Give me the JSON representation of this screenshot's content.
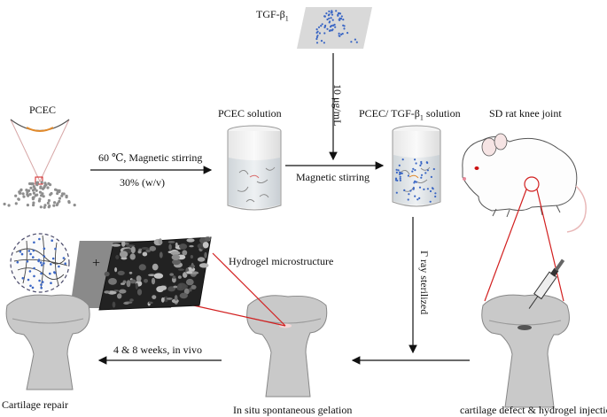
{
  "labels": {
    "tgf": "TGF-β",
    "tgf_sub": "1",
    "dose": "10 μg/mL",
    "pcec": "PCEC",
    "pcec_solution": "PCEC solution",
    "pcec_tgf_solution_a": "PCEC/ TGF-β",
    "pcec_tgf_solution_sub": "1",
    "pcec_tgf_solution_b": " solution",
    "sd_rat": "SD rat knee joint",
    "cond_temp": "60 ℃, Magnetic stirring",
    "cond_conc": "30% (w/v)",
    "magnetic_stirring": "Magnetic stirring",
    "gamma": "Γ ray sterilized",
    "hydrogel_micro": "Hydrogel microstructure",
    "plus": "+",
    "weeks": "4 & 8 weeks, in vivo",
    "cartilage_repair": "Cartilage repair",
    "in_situ": "In situ spontaneous gelation",
    "defect_injection": "cartilage defect & hydrogel injection"
  },
  "colors": {
    "bone": "#c9c9c9",
    "bone_stroke": "#888888",
    "red": "#d21f1f",
    "blue_dots": "#3a66c4",
    "orange": "#e08a2c",
    "panel": "#d9d9d9"
  }
}
